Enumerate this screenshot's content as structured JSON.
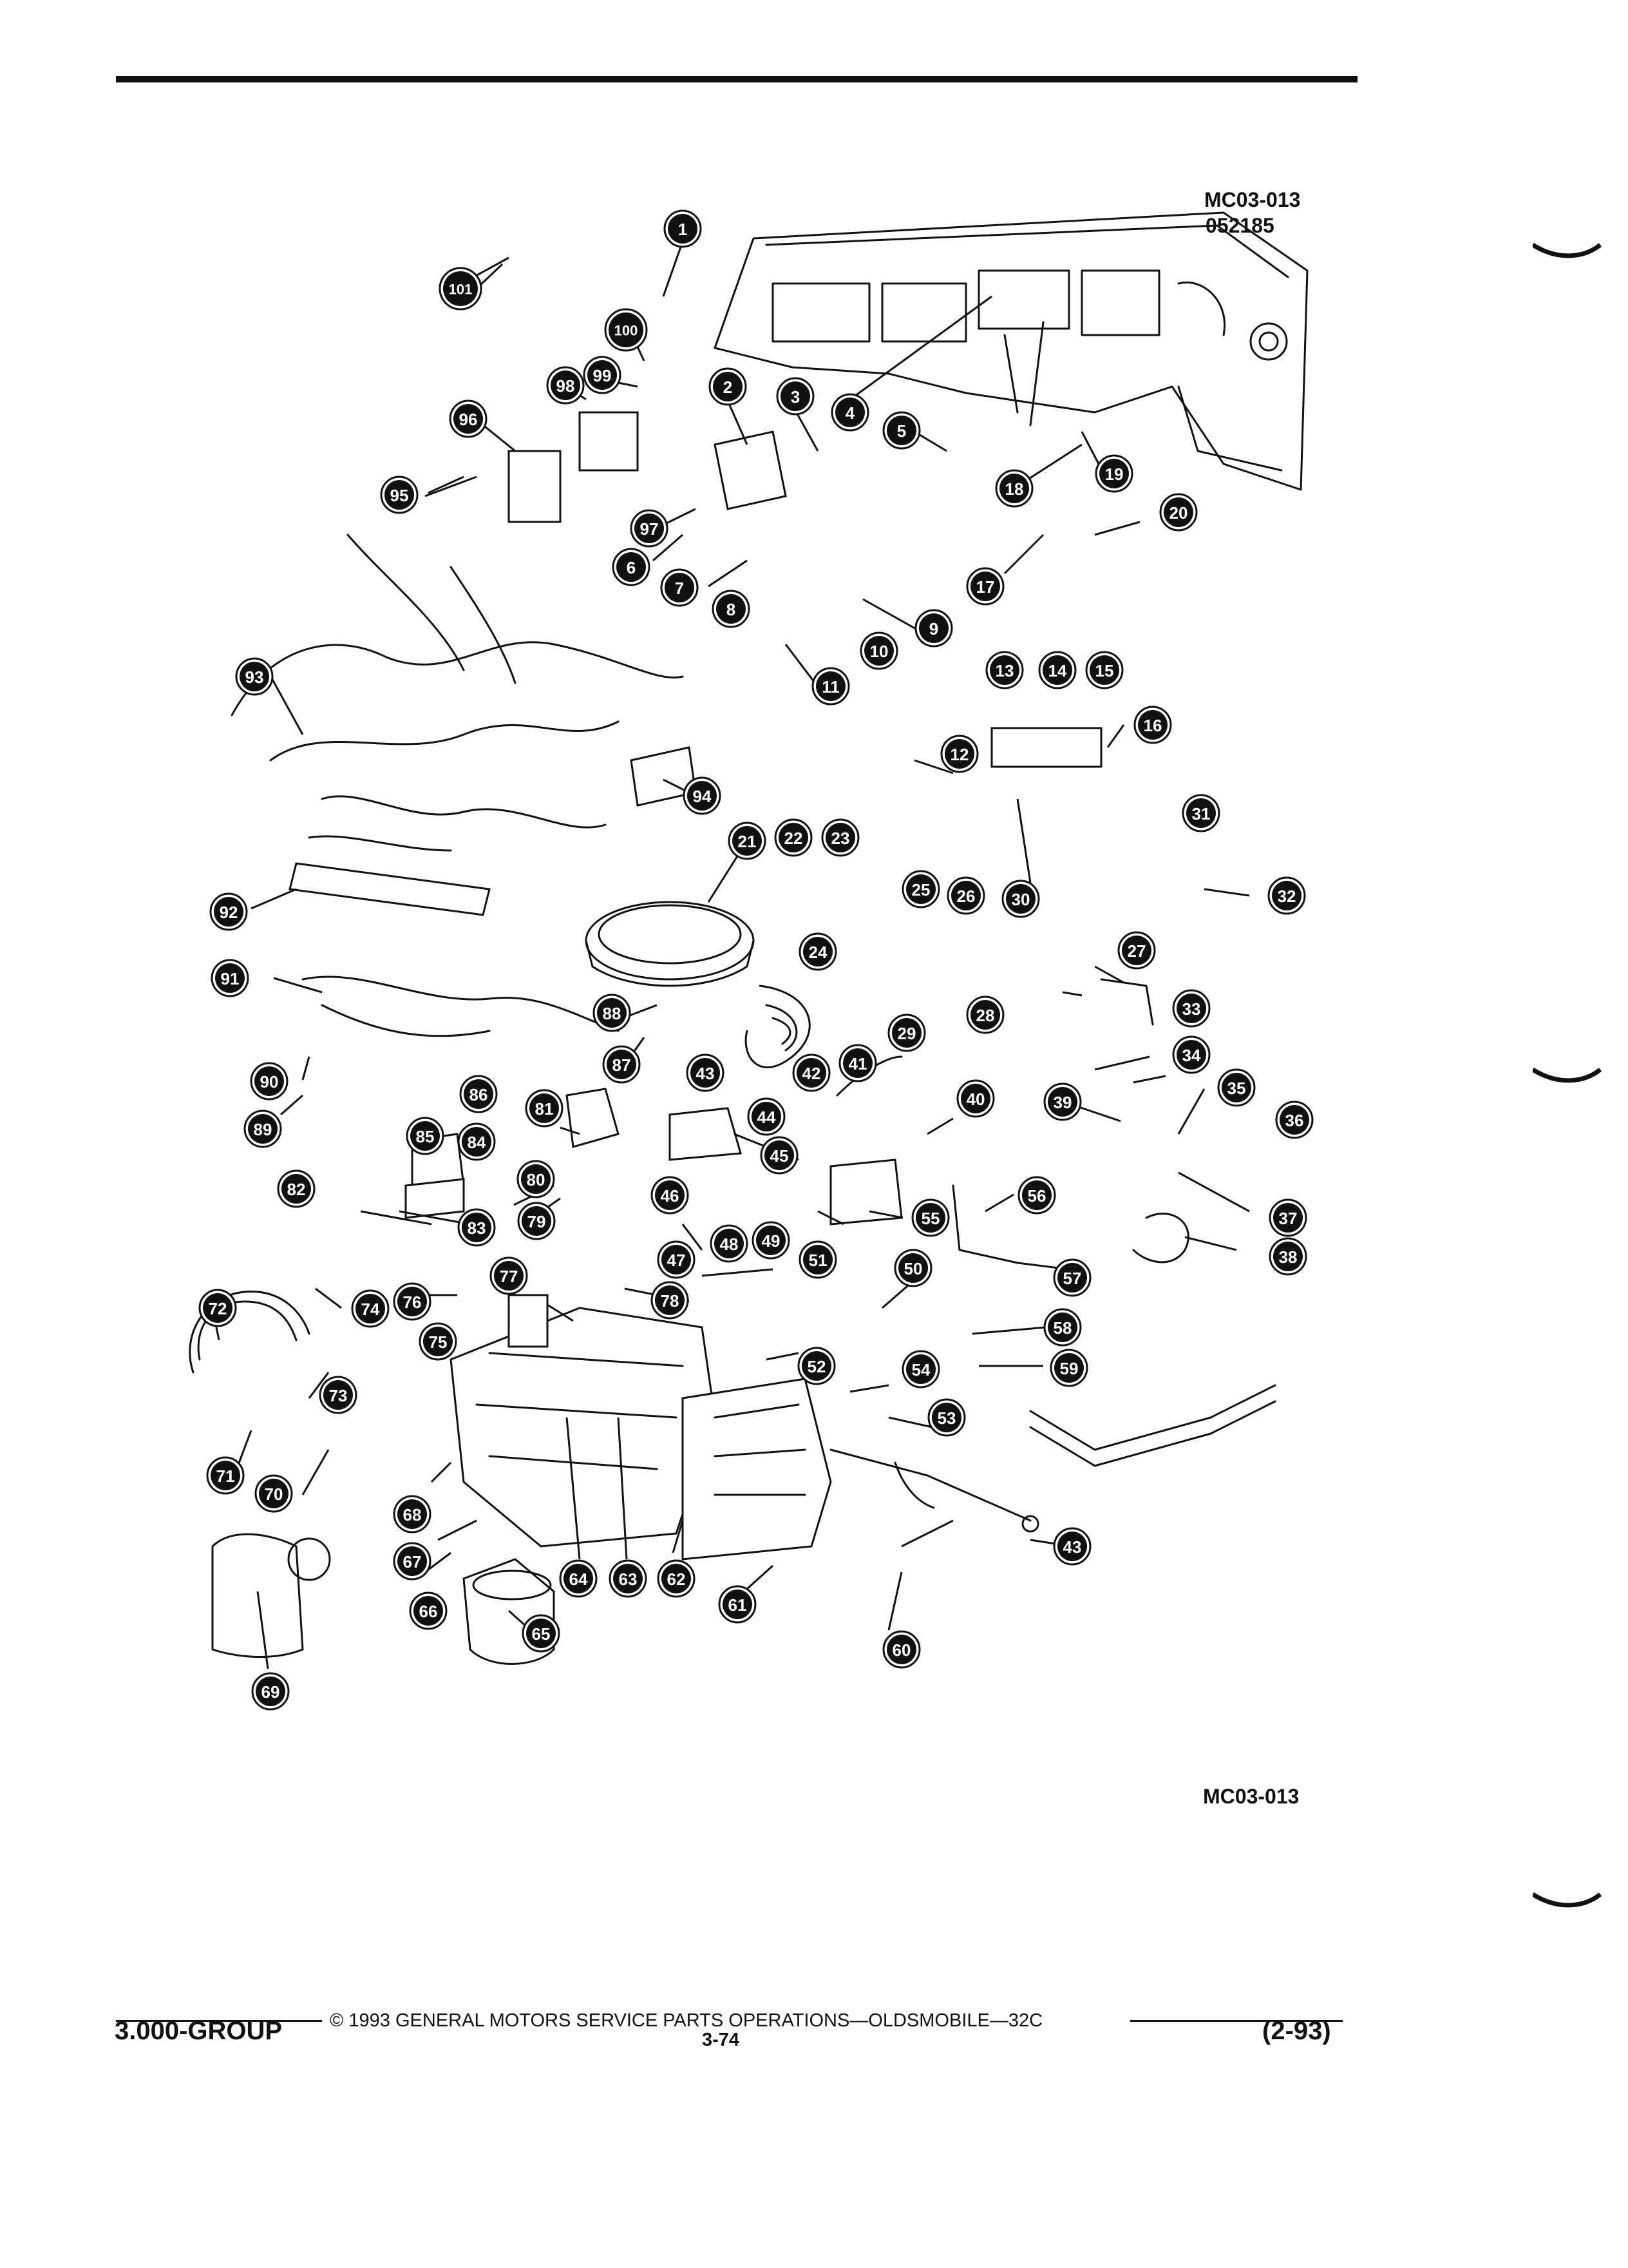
{
  "figure": {
    "code_top": "MC03-013",
    "number": "052185",
    "code_bottom": "MC03-013"
  },
  "callouts": [
    "1",
    "2",
    "3",
    "4",
    "5",
    "6",
    "7",
    "8",
    "9",
    "10",
    "11",
    "12",
    "13",
    "14",
    "15",
    "16",
    "17",
    "18",
    "19",
    "20",
    "21",
    "22",
    "23",
    "24",
    "25",
    "26",
    "27",
    "28",
    "29",
    "30",
    "31",
    "32",
    "33",
    "34",
    "35",
    "36",
    "37",
    "38",
    "39",
    "40",
    "41",
    "42",
    "43",
    "44",
    "45",
    "46",
    "47",
    "48",
    "49",
    "50",
    "51",
    "52",
    "53",
    "54",
    "55",
    "56",
    "57",
    "58",
    "59",
    "60",
    "61",
    "62",
    "63",
    "64",
    "65",
    "66",
    "67",
    "68",
    "69",
    "70",
    "71",
    "72",
    "73",
    "74",
    "75",
    "76",
    "77",
    "78",
    "79",
    "80",
    "81",
    "82",
    "83",
    "84",
    "85",
    "86",
    "87",
    "88",
    "89",
    "90",
    "91",
    "92",
    "93",
    "94",
    "95",
    "96",
    "97",
    "98",
    "99",
    "100",
    "101",
    "43"
  ],
  "footer": {
    "copyright": "© 1993 GENERAL MOTORS SERVICE PARTS OPERATIONS—OLDSMOBILE—32C",
    "page": "3-74",
    "group": "3.000-GROUP",
    "date": "(2-93)"
  }
}
